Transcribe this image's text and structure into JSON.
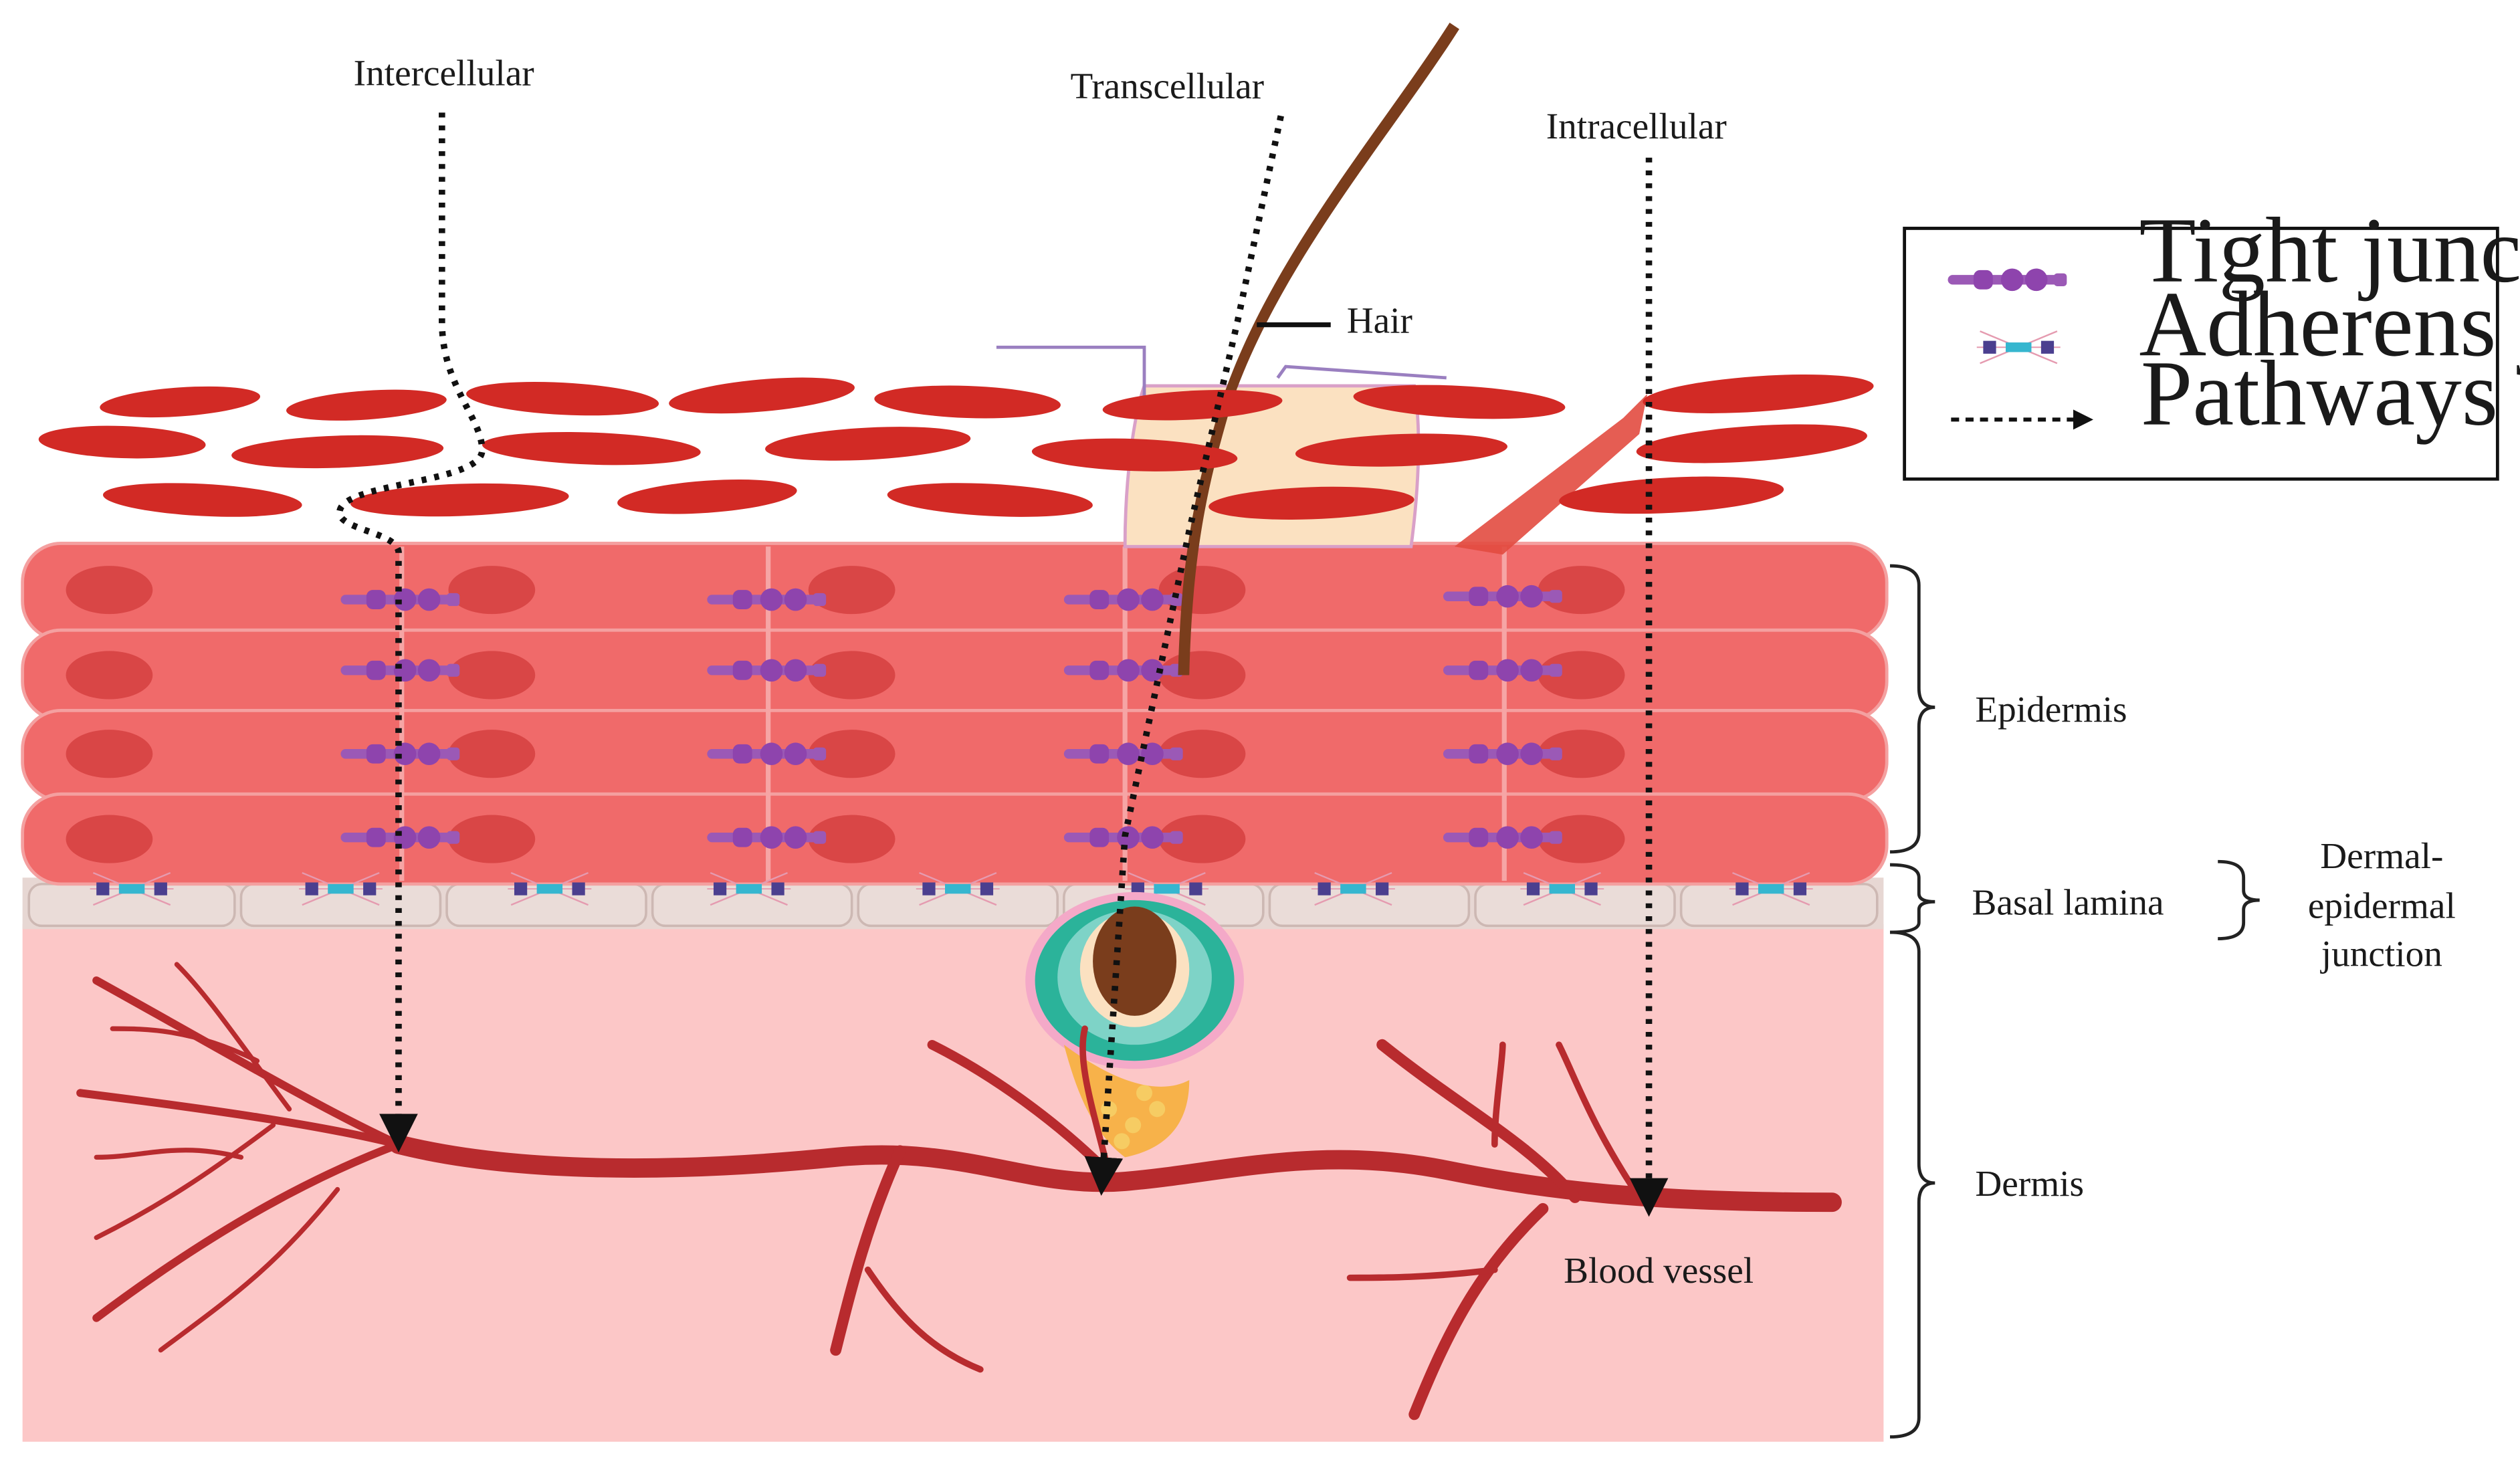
{
  "pathways": {
    "intercellular": "Intercellular",
    "transcellular": "Transcellular",
    "intracellular": "Intracellular"
  },
  "labels": {
    "hair": "Hair",
    "blood_vessel": "Blood vessel"
  },
  "layers": {
    "epidermis": "Epidermis",
    "basal_lamina": "Basal lamina",
    "dermis": "Dermis",
    "dej_line1": "Dermal-",
    "dej_line2": "epidermal",
    "dej_line3": "junction"
  },
  "legend": {
    "tight_junction": "Tight junction",
    "adherens_junction": "Adherens junction",
    "pathways": "Pathways"
  },
  "colors": {
    "stratum_corneum": "#d22a25",
    "epidermis_cell": "#f06a6a",
    "nucleus": "#d94646",
    "basal_lamina": "#e7d7d3",
    "dermis": "#fcc7c7",
    "blood_vessel": "#b82b2e",
    "hair": "#7a3d1c",
    "tight_junction": "#8a3ea8",
    "adherens_junction": "#36b6cf"
  }
}
